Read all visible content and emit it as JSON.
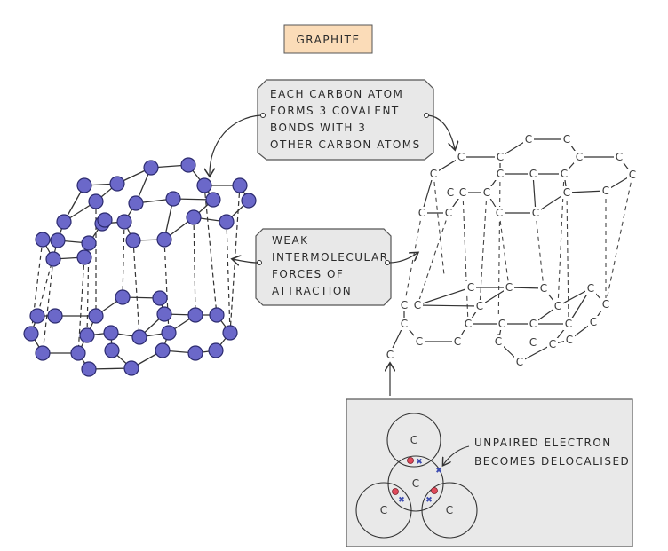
{
  "title": "GRAPHITE",
  "labels": {
    "bonding": [
      "EACH CARBON ATOM",
      "FORMS 3 COVALENT",
      "BONDS WITH 3",
      "OTHER CARBON ATOMS"
    ],
    "weak_forces": [
      "WEAK",
      "INTERMOLECULAR",
      "FORCES OF",
      "ATTRACTION"
    ],
    "electron": [
      "UNPAIRED ELECTRON",
      "BECOMES DELOCALISED"
    ]
  },
  "atom_symbol": "C",
  "colors": {
    "atom_fill": "#6b68c9",
    "atom_stroke": "#2b2a6e",
    "title_box": "#fbdcb8",
    "label_box": "#e8e8e8",
    "inset_box": "#e9e9e9",
    "electron_red": "#e04a5a",
    "electron_blue": "#3b4ab0"
  }
}
